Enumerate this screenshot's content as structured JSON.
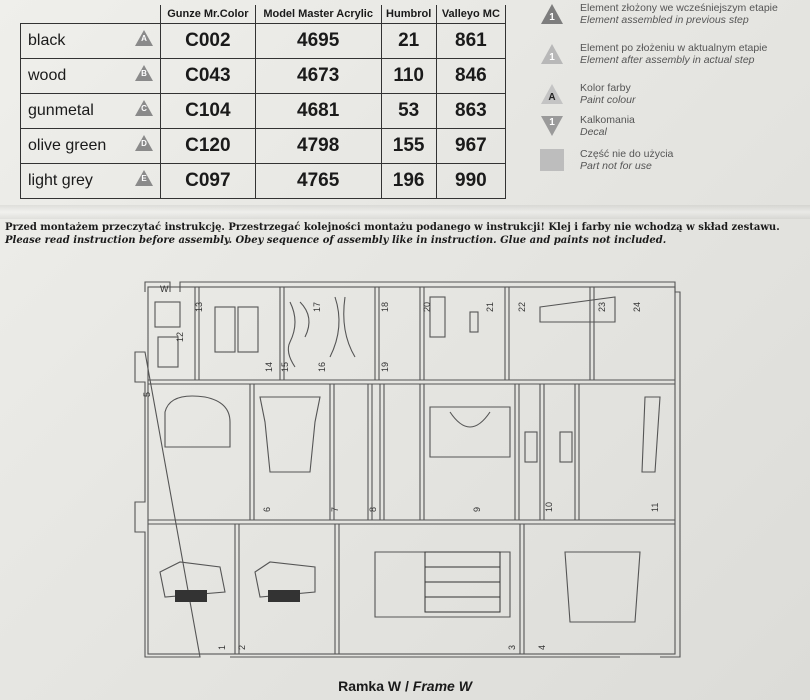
{
  "paint_table": {
    "headers": [
      "Gunze Mr.Color",
      "Model Master Acrylic",
      "Humbrol",
      "Valleyo MC"
    ],
    "rows": [
      {
        "name": "black",
        "code": "A",
        "gunze": "C002",
        "mm": "4695",
        "humbrol": "21",
        "vallejo": "861"
      },
      {
        "name": "wood",
        "code": "B",
        "gunze": "C043",
        "mm": "4673",
        "humbrol": "110",
        "vallejo": "846"
      },
      {
        "name": "gunmetal",
        "code": "C",
        "gunze": "C104",
        "mm": "4681",
        "humbrol": "53",
        "vallejo": "863"
      },
      {
        "name": "olive green",
        "code": "D",
        "gunze": "C120",
        "mm": "4798",
        "humbrol": "155",
        "vallejo": "967"
      },
      {
        "name": "light grey",
        "code": "E",
        "gunze": "C097",
        "mm": "4765",
        "humbrol": "196",
        "vallejo": "990"
      }
    ]
  },
  "legend": [
    {
      "icon": "triangle-up-dark",
      "symbol": "1",
      "pl": "Element złożony we wcześniejszym etapie",
      "en": "Element assembled in previous step"
    },
    {
      "icon": "triangle-up-light",
      "symbol": "1",
      "pl": "Element po złożeniu w aktualnym etapie",
      "en": "Element after assembly in actual step"
    },
    {
      "icon": "triangle-up-paint",
      "symbol": "A",
      "pl": "Kolor farby",
      "en": "Paint colour"
    },
    {
      "icon": "triangle-down-decal",
      "symbol": "1",
      "pl": "Kalkomania",
      "en": "Decal"
    },
    {
      "icon": "grey-square",
      "symbol": "",
      "pl": "Część nie do użycia",
      "en": "Part not for use"
    }
  ],
  "instructions": {
    "pl": "Przed montażem przeczytać instrukcję. Przestrzegać kolejności montażu podanego w instrukcji! Klej i farby nie wchodzą w skład zestawu.",
    "en": "Please read instruction before assembly. Obey sequence of assembly like in instruction. Glue and paints not included."
  },
  "frame": {
    "title_pl": "Ramka W /",
    "title_en": "Frame W",
    "letter": "W",
    "part_numbers": [
      "1",
      "2",
      "3",
      "4",
      "5",
      "6",
      "7",
      "8",
      "9",
      "10",
      "11",
      "12",
      "13",
      "14",
      "15",
      "16",
      "17",
      "18",
      "19",
      "20",
      "21",
      "22",
      "23",
      "24"
    ]
  },
  "colors": {
    "badge_dark": "#8a8a8a",
    "badge_light": "#b5b5b5",
    "sprue_line": "#555555"
  }
}
